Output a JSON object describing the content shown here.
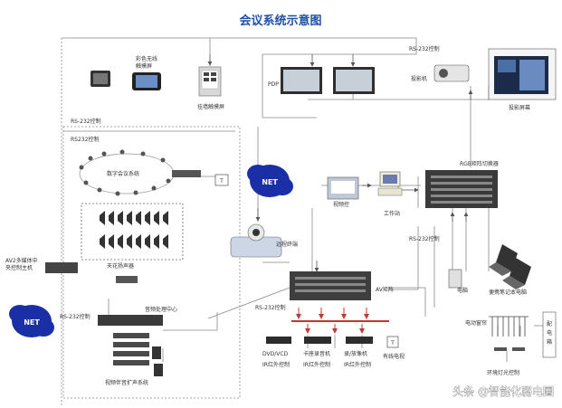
{
  "title": "会议系统示意图",
  "labels": {
    "touch_color": "彩色无线",
    "touch_screen": "触摸屏",
    "wall_touch": "挂墙触摸屏",
    "rs232_top": "RS-232控制",
    "rs232_ctrl": "RS232控制",
    "conference": "数字会议系统",
    "net_left": "NET",
    "net_mid": "NET",
    "av2_line1": "AV2多媒体中",
    "av2_line2": "央控制主机",
    "speaker_label": "天花扬声器",
    "rs232_left": "RS-232控制",
    "audio_center": "音频处理中心",
    "video_sys": "视频伴音扩声系统",
    "remote": "远程终端",
    "pdp": "PDP",
    "rs232_proj": "RS-232控制",
    "projector": "投影机",
    "screen": "投影屏幕",
    "rgb_matrix": "RGB矩阵切换器",
    "video_ctrl": "视频控",
    "workstation": "工作站",
    "rs232_right": "RS-232控制",
    "computer": "电脑",
    "laptop": "便携笔记本电脑",
    "av_matrix": "AV矩阵",
    "rs232_bottom": "RS-232控制",
    "dvd": "DVD/VCD",
    "cassette": "卡座录音机",
    "recorder": "录/放像机",
    "ir1": "IR红外控制",
    "ir2": "IR红外控制",
    "ir3": "IR红外控制",
    "cable_tv": "有线电视",
    "curtain": "电动窗帘",
    "lighting": "环境灯光控制",
    "power_dist1": "配",
    "power_dist2": "电",
    "power_dist3": "箱",
    "watermark": "头条 @智能化弱电圈"
  }
}
